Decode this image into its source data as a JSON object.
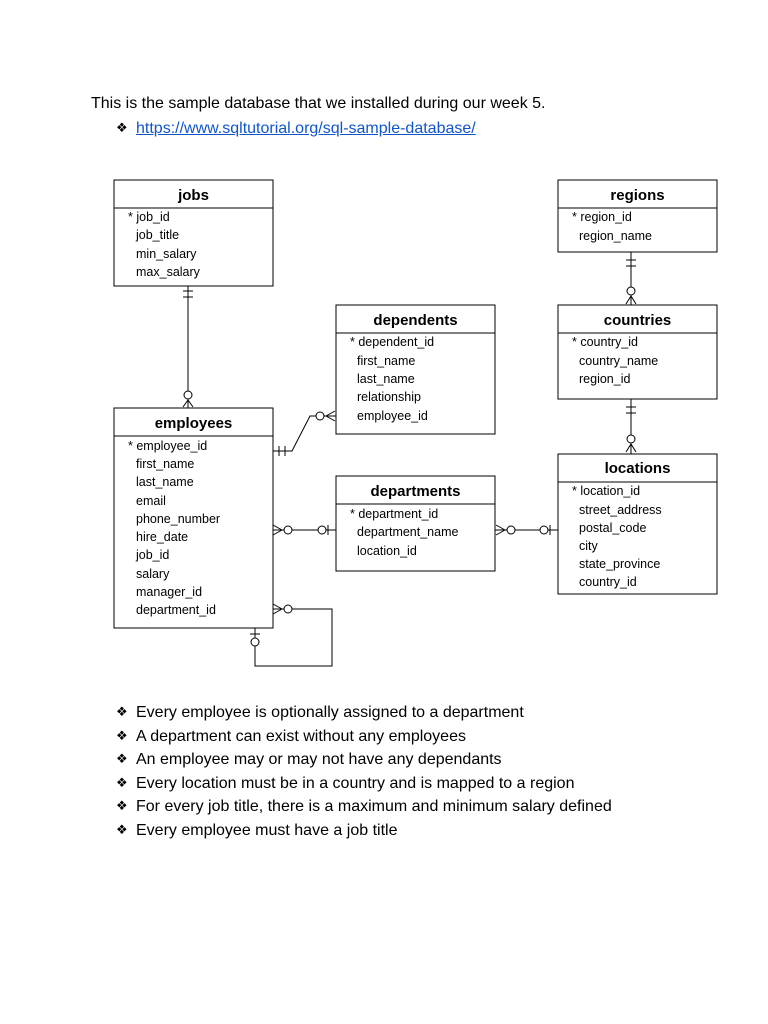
{
  "intro_text": "This is the sample database that we installed during our week 5.",
  "link": {
    "bullet": "❖",
    "url_text": "https://www.sqltutorial.org/sql-sample-database/"
  },
  "tables": {
    "jobs": {
      "title": "jobs",
      "columns": [
        "* job_id",
        "job_title",
        "min_salary",
        "max_salary"
      ]
    },
    "regions": {
      "title": "regions",
      "columns": [
        "* region_id",
        "region_name"
      ]
    },
    "dependents": {
      "title": "dependents",
      "columns": [
        "* dependent_id",
        "first_name",
        "last_name",
        "relationship",
        "employee_id"
      ]
    },
    "countries": {
      "title": "countries",
      "columns": [
        "* country_id",
        "country_name",
        "region_id"
      ]
    },
    "employees": {
      "title": "employees",
      "columns": [
        "* employee_id",
        "first_name",
        "last_name",
        "email",
        "phone_number",
        "hire_date",
        "job_id",
        "salary",
        "manager_id",
        "department_id"
      ]
    },
    "departments": {
      "title": "departments",
      "columns": [
        "* department_id",
        "department_name",
        "location_id"
      ]
    },
    "locations": {
      "title": "locations",
      "columns": [
        "* location_id",
        "street_address",
        "postal_code",
        "city",
        "state_province",
        "country_id"
      ]
    }
  },
  "bullets": {
    "symbol": "❖",
    "items": [
      "Every employee is optionally assigned to a department",
      "A department can exist without any employees",
      "An employee may or may not have any dependants",
      "Every location must be in a country and is mapped to a region",
      "For every job title, there is a maximum and minimum salary defined",
      "Every employee must have a job title"
    ]
  }
}
